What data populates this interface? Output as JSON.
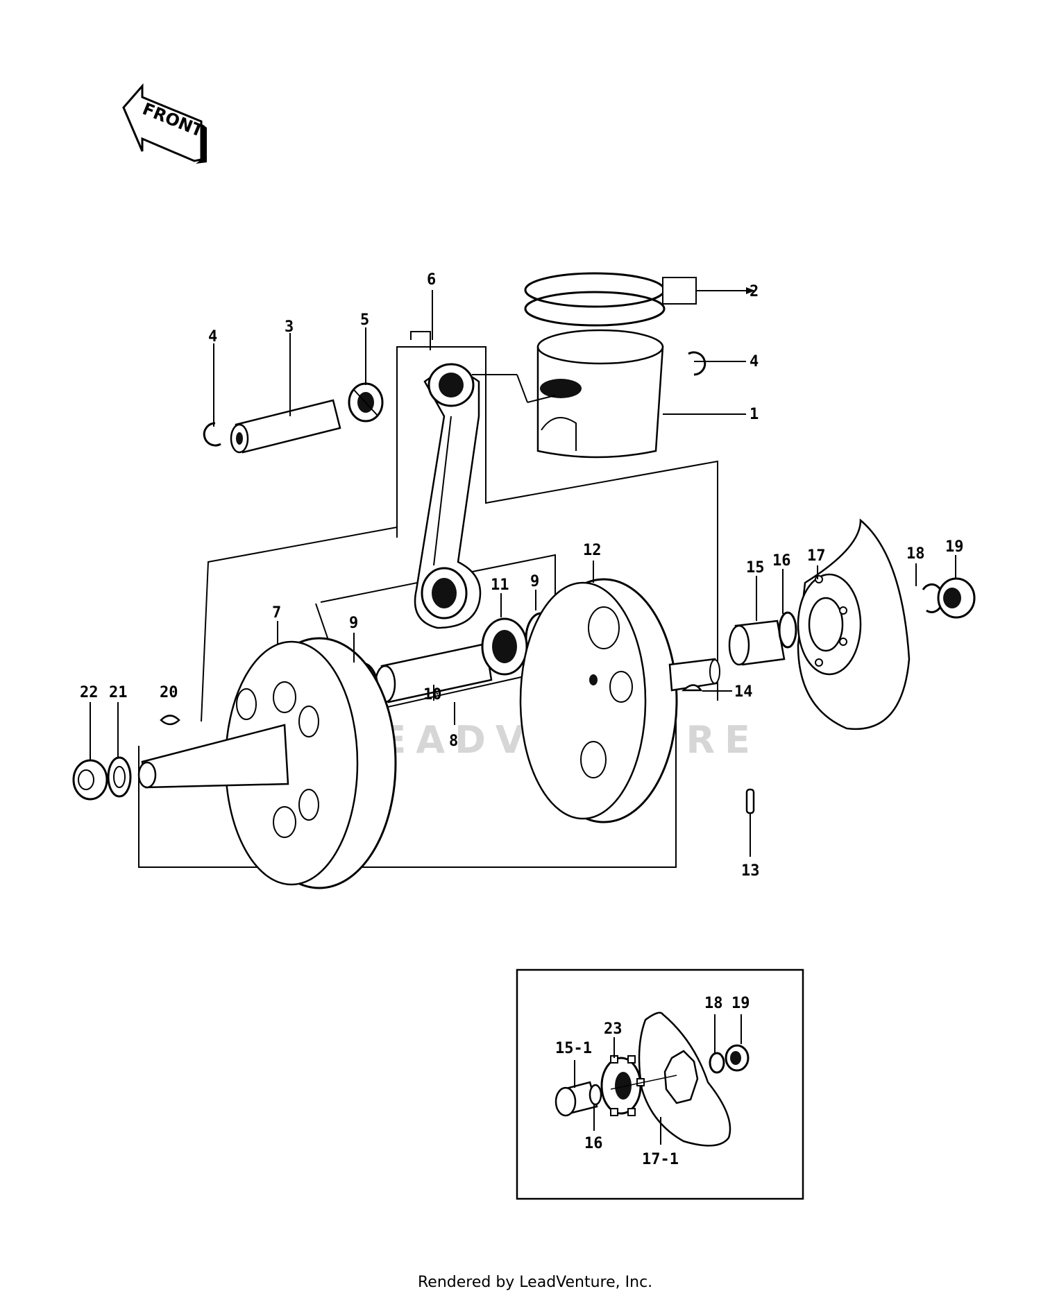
{
  "front_arrow": {
    "text": "FRONT"
  },
  "labels": {
    "p1": "1",
    "p2": "2",
    "p3": "3",
    "p4_left": "4",
    "p4_right": "4",
    "p5": "5",
    "p6": "6",
    "p7": "7",
    "p8": "8",
    "p9_left": "9",
    "p9_right": "9",
    "p10": "10",
    "p11": "11",
    "p12": "12",
    "p13": "13",
    "p14": "14",
    "p15": "15",
    "p16": "16",
    "p17": "17",
    "p18": "18",
    "p19": "19",
    "p20": "20",
    "p21": "21",
    "p22": "22"
  },
  "inset_labels": {
    "p15_1": "15-1",
    "p16": "16",
    "p17_1": "17-1",
    "p18": "18",
    "p19": "19",
    "p23": "23"
  },
  "watermark": "LEADVENTURE",
  "footer": "Rendered by LeadVenture, Inc."
}
